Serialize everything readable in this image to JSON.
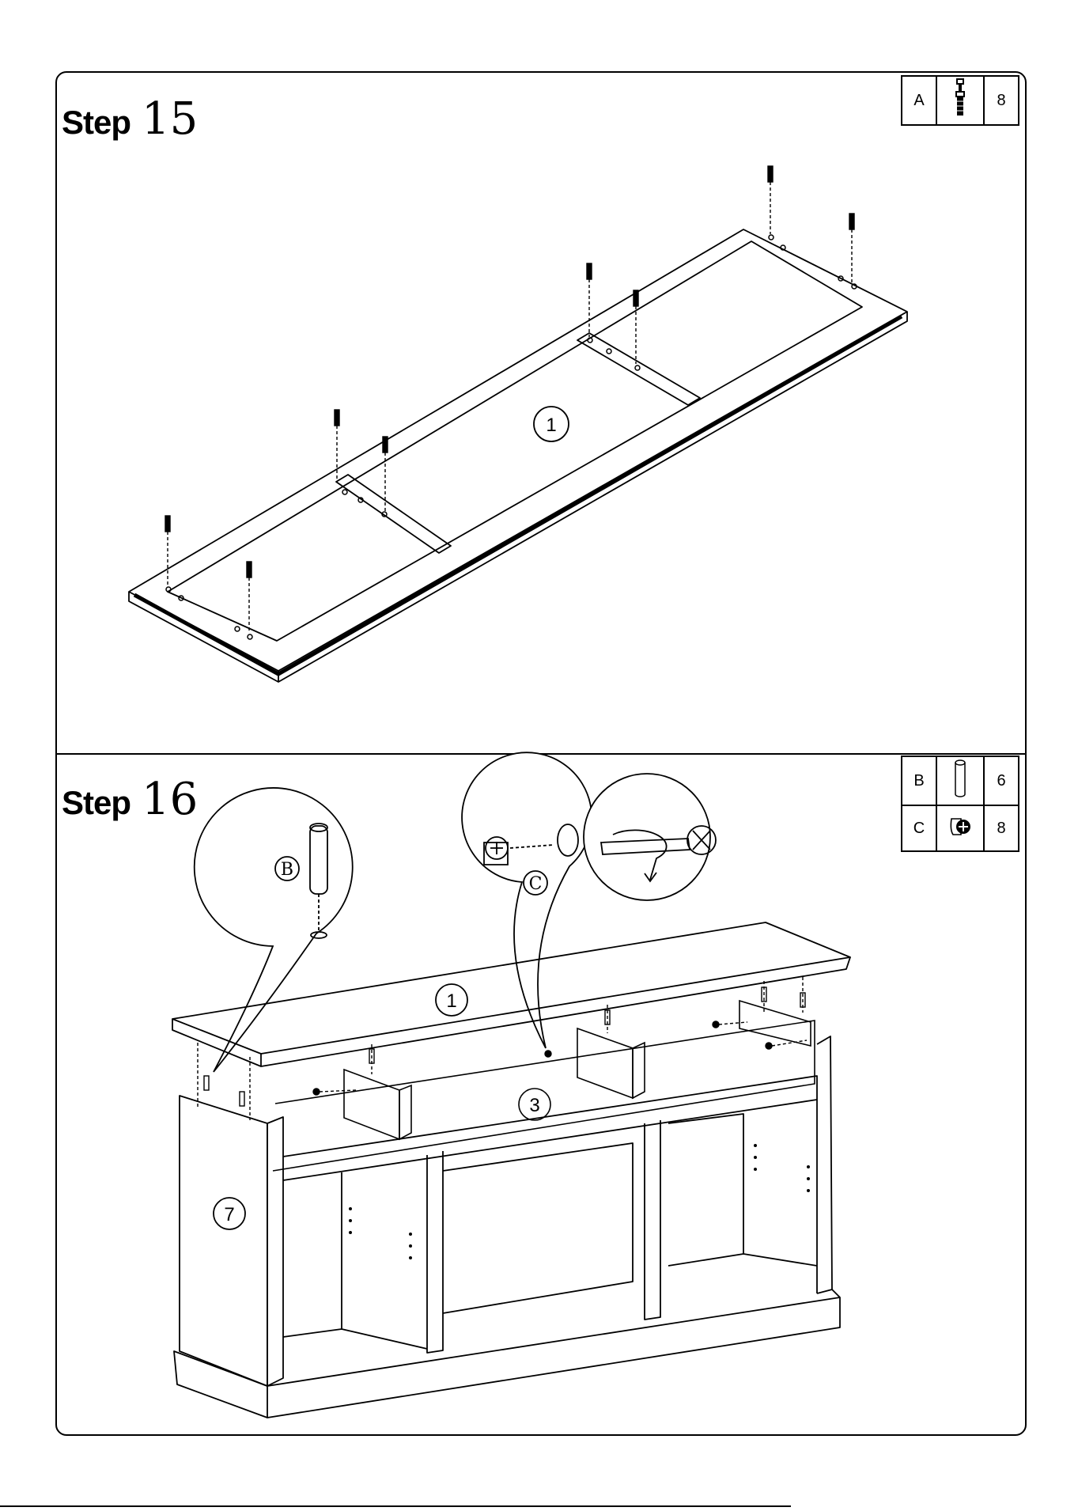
{
  "step15": {
    "label": "Step",
    "number": "15",
    "parts": [
      {
        "letter": "A",
        "qty": "8",
        "icon": "cam-bolt-icon"
      }
    ],
    "callout": "1"
  },
  "step16": {
    "label": "Step",
    "number": "16",
    "parts": [
      {
        "letter": "B",
        "qty": "6",
        "icon": "wood-dowel-icon"
      },
      {
        "letter": "C",
        "qty": "8",
        "icon": "cam-lock-icon"
      }
    ],
    "detail_b": "B",
    "detail_c": "C",
    "callouts": [
      "1",
      "3",
      "7"
    ]
  }
}
